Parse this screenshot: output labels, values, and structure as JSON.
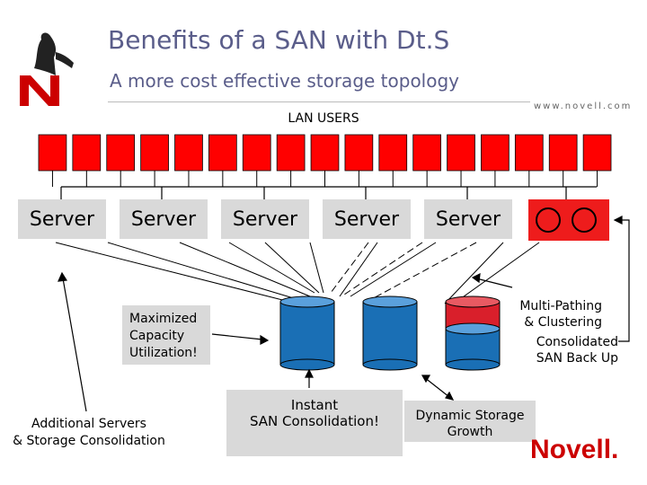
{
  "slide": {
    "title": "Benefits of a SAN with Dt.S",
    "subtitle": "A more cost effective storage topology",
    "url": "www.novell.com",
    "logo_text": "Novell.",
    "logo_mark": "N"
  },
  "lan": {
    "label": "LAN USERS",
    "user_count": 17,
    "color": "#ff0000"
  },
  "servers": [
    {
      "label": "Server"
    },
    {
      "label": "Server"
    },
    {
      "label": "Server"
    },
    {
      "label": "Server"
    },
    {
      "label": "Server"
    }
  ],
  "callouts": {
    "capacity": [
      "Maximized",
      "Capacity",
      "Utilization!"
    ],
    "consolidation": [
      "Instant",
      "SAN Consolidation!"
    ],
    "growth": [
      "Dynamic Storage",
      "Growth"
    ],
    "additional": [
      "Additional Servers",
      "& Storage Consolidation"
    ],
    "pathing": [
      "Multi-Pathing",
      "& Clustering"
    ],
    "backup": [
      "Consolidated",
      "SAN Back Up"
    ]
  },
  "colors": {
    "title": "#5a5d8a",
    "storage": "#1a6fb5",
    "storage_top": "#5aa0dc",
    "growth_storage": "#d91f2b",
    "callout_bg": "#d9d9d9",
    "novell_red": "#cc0000"
  }
}
